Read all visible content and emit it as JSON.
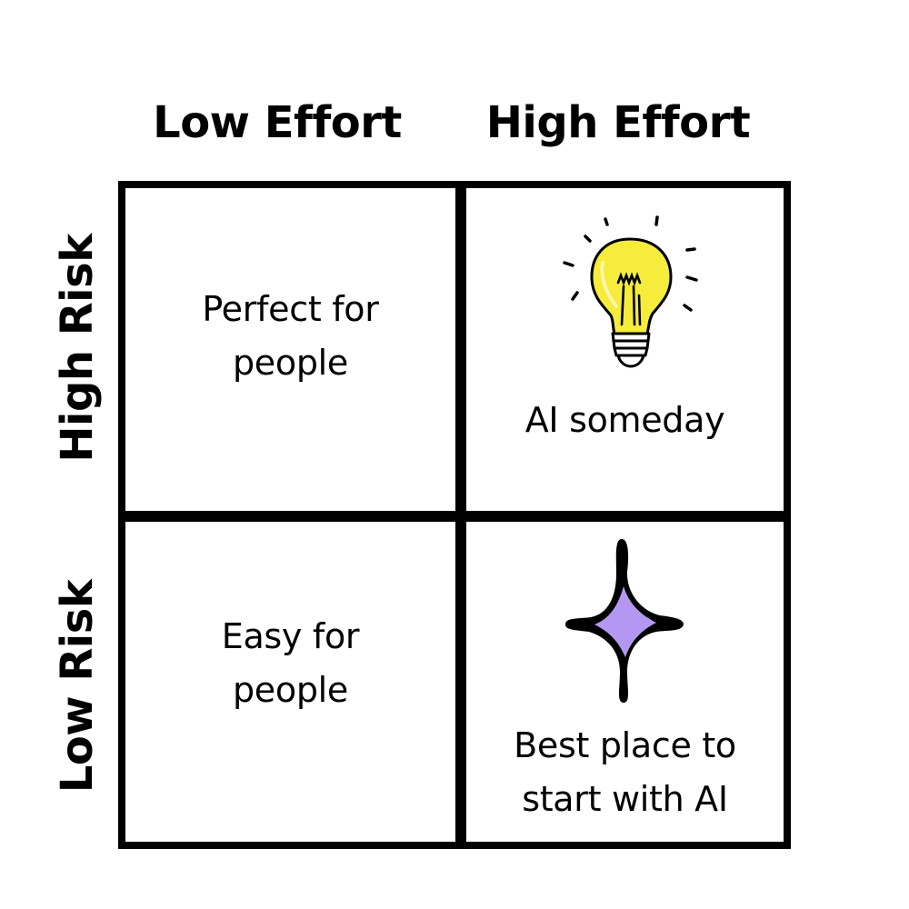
{
  "columns": {
    "low_effort": "Low Effort",
    "high_effort": "High Effort"
  },
  "rows": {
    "high_risk": "High Risk",
    "low_risk": "Low Risk"
  },
  "cells": {
    "high_risk_low_effort": [
      "Perfect for",
      "people"
    ],
    "high_risk_high_effort": "AI someday",
    "low_risk_low_effort": [
      "Easy for",
      "people"
    ],
    "low_risk_high_effort": [
      "Best place to",
      "start with AI"
    ]
  },
  "icons": {
    "high_risk_high_effort": "lightbulb-icon",
    "low_risk_high_effort": "sparkle-icon"
  },
  "colors": {
    "border": "#000000",
    "bulb_fill": "#f5ec3c",
    "sparkle_fill": "#b497f0",
    "background": "#ffffff"
  }
}
